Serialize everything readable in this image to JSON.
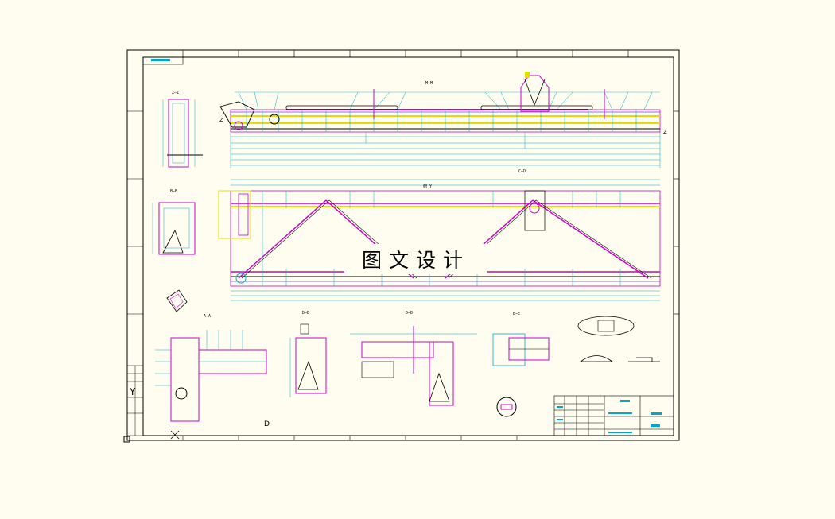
{
  "watermark": {
    "text": "图文设计"
  },
  "views": {
    "top_section": "M—M",
    "plan_view": "俯 Y",
    "section_aa": "A—A",
    "section_bb": "B—B",
    "section_zz": "Z—Z",
    "section_dd": "D—D",
    "section_ee": "E—E",
    "section_cd": "C—D",
    "view_d": "D"
  },
  "colors": {
    "border": "#000000",
    "structure": "#cc00cc",
    "dimension": "#00a8c8",
    "rail": "#e0e000",
    "detail": "#0000cc",
    "background": "#fffdf0"
  }
}
